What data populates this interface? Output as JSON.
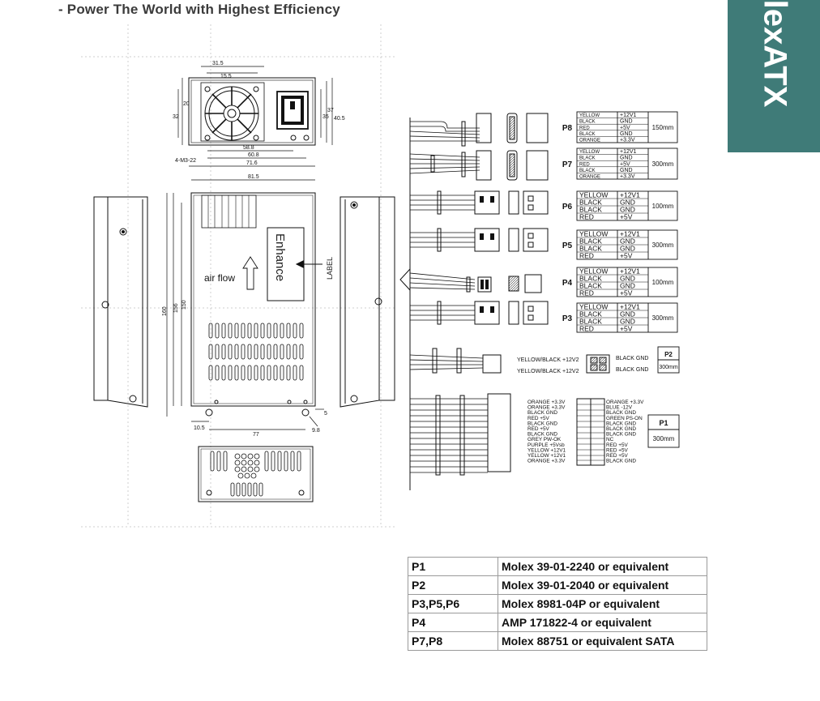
{
  "header": {
    "title": "-  Power The World with Highest Efficiency"
  },
  "side_tab": {
    "text": "lexATX",
    "color": "#3f7b78"
  },
  "drawing": {
    "top_view_dims": [
      "31.5",
      "15.5",
      "20",
      "32",
      "35",
      "37",
      "40.5",
      "4-M3-22",
      "58.8",
      "60.8",
      "71.6"
    ],
    "side_view_dims": [
      "81.5",
      "160",
      "156",
      "150",
      "77",
      "10.5",
      "5",
      "9.8"
    ],
    "airflow_label": "air flow",
    "brand_mark": "Enhance",
    "label_marker": "LABEL",
    "connectors": [
      {
        "id": "P8",
        "wires": [
          [
            "YELLOW",
            "+12V1"
          ],
          [
            "BLACK",
            "GND"
          ],
          [
            "RED",
            "+5V"
          ],
          [
            "BLACK",
            "GND"
          ],
          [
            "ORANGE",
            "+3.3V"
          ]
        ],
        "length": "150mm"
      },
      {
        "id": "P7",
        "wires": [
          [
            "YELLOW",
            "+12V1"
          ],
          [
            "BLACK",
            "GND"
          ],
          [
            "RED",
            "+5V"
          ],
          [
            "BLACK",
            "GND"
          ],
          [
            "ORANGE",
            "+3.3V"
          ]
        ],
        "length": "300mm"
      },
      {
        "id": "P6",
        "wires": [
          [
            "YELLOW",
            "+12V1"
          ],
          [
            "BLACK",
            "GND"
          ],
          [
            "BLACK",
            "GND"
          ],
          [
            "RED",
            "+5V"
          ]
        ],
        "length": "100mm"
      },
      {
        "id": "P5",
        "wires": [
          [
            "YELLOW",
            "+12V1"
          ],
          [
            "BLACK",
            "GND"
          ],
          [
            "BLACK",
            "GND"
          ],
          [
            "RED",
            "+5V"
          ]
        ],
        "length": "300mm"
      },
      {
        "id": "P4",
        "wires": [
          [
            "YELLOW",
            "+12V1"
          ],
          [
            "BLACK",
            "GND"
          ],
          [
            "BLACK",
            "GND"
          ],
          [
            "RED",
            "+5V"
          ]
        ],
        "length": "100mm"
      },
      {
        "id": "P3",
        "wires": [
          [
            "YELLOW",
            "+12V1"
          ],
          [
            "BLACK",
            "GND"
          ],
          [
            "BLACK",
            "GND"
          ],
          [
            "RED",
            "+5V"
          ]
        ],
        "length": "300mm"
      }
    ],
    "p2": {
      "id": "P2",
      "left_labels": [
        "YELLOW/BLACK +12V2",
        "YELLOW/BLACK +12V2"
      ],
      "right_labels": [
        "BLACK GND",
        "BLACK GND"
      ],
      "length": "300mm"
    },
    "p1": {
      "id": "P1",
      "left_pins": [
        [
          "ORANGE",
          "+3.3V"
        ],
        [
          "ORANGE",
          "+3.3V"
        ],
        [
          "BLACK",
          "GND"
        ],
        [
          "RED",
          "+5V"
        ],
        [
          "BLACK",
          "GND"
        ],
        [
          "RED",
          "+5V"
        ],
        [
          "BLACK",
          "GND"
        ],
        [
          "GREY",
          "PW-OK"
        ],
        [
          "PURPLE",
          "+5Vsb"
        ],
        [
          "YELLOW",
          "+12V1"
        ],
        [
          "YELLOW",
          "+12V1"
        ],
        [
          "ORANGE",
          "+3.3V"
        ]
      ],
      "right_pins": [
        [
          "ORANGE",
          "+3.3V"
        ],
        [
          "BLUE",
          "-12V"
        ],
        [
          "BLACK",
          "GND"
        ],
        [
          "GREEN",
          "PS-ON"
        ],
        [
          "BLACK",
          "GND"
        ],
        [
          "BLACK",
          "GND"
        ],
        [
          "BLACK",
          "GND"
        ],
        [
          "",
          "NC"
        ],
        [
          "RED",
          "+5V"
        ],
        [
          "RED",
          "+5V"
        ],
        [
          "RED",
          "+5V"
        ],
        [
          "BLACK",
          "GND"
        ]
      ],
      "length": "300mm"
    }
  },
  "table": {
    "rows": [
      {
        "id": "P1",
        "desc": "Molex 39-01-2240 or equivalent"
      },
      {
        "id": "P2",
        "desc": "Molex 39-01-2040 or equivalent"
      },
      {
        "id": "P3,P5,P6",
        "desc": "Molex 8981-04P or equivalent"
      },
      {
        "id": "P4",
        "desc": "AMP 171822-4 or equivalent"
      },
      {
        "id": "P7,P8",
        "desc": "Molex 88751 or equivalent SATA"
      }
    ]
  }
}
